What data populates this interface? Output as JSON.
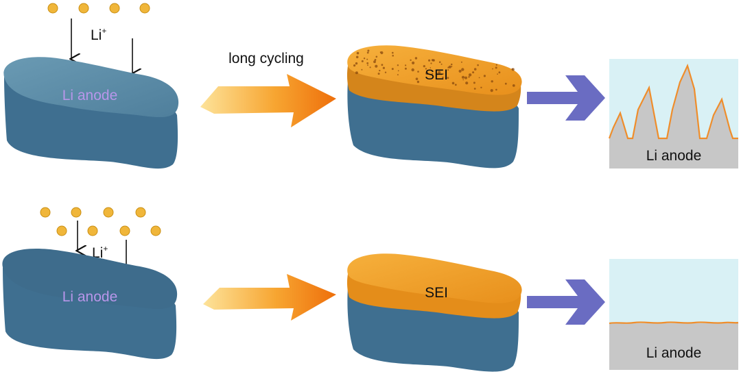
{
  "rows": [
    {
      "ion_label": "Li",
      "ion_charge": "+",
      "anode_label": "Li anode",
      "process_label": "long cycling",
      "sei_label": "SEI",
      "panel_label": "Li anode",
      "sei_surface": "porous",
      "interface": "dendritic"
    },
    {
      "ion_label": "Li",
      "ion_charge": "+",
      "anode_label": "Li anode",
      "process_label": "",
      "sei_label": "SEI",
      "panel_label": "Li anode",
      "sei_surface": "dense",
      "interface": "flat"
    }
  ],
  "colors": {
    "ion": "#f0b63a",
    "ion_stroke": "#c98e12",
    "anode_top": "#5f8fa8",
    "anode_side": "#3f6f90",
    "anode_text": "#b896ea",
    "sei": "#f2a128",
    "sei_dark": "#c97510",
    "process_arrow_light": "#fdd27a",
    "process_arrow_dark": "#ee7a10",
    "result_arrow": "#6a6cc2",
    "panel_bg": "#d9f1f5",
    "panel_base": "#c7c7c7",
    "interface_line": "#ef8d2b"
  },
  "icons": [
    "lithium-ion-icon",
    "down-arrow-icon",
    "right-arrow-icon"
  ]
}
